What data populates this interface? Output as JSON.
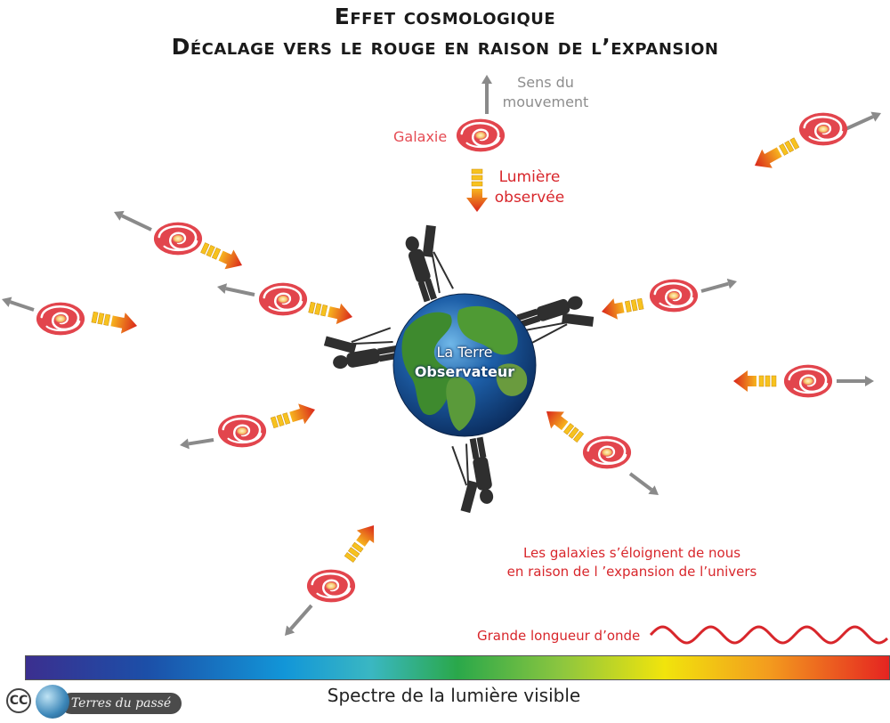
{
  "title": {
    "line1": "Effet cosmologique",
    "line2": "Décalage vers le rouge en raison de l’expansion"
  },
  "labels": {
    "motion_direction": [
      "Sens du",
      "mouvement"
    ],
    "galaxy": "Galaxie",
    "observed_light": [
      "Lumière",
      "observée"
    ],
    "earth": [
      "La Terre",
      "Observateur"
    ],
    "galaxies_receding": [
      "Les galaxies s’éloignent de nous",
      "en raison de l ’expansion de l’univers"
    ],
    "long_wavelength": "Grande longueur d’onde",
    "spectrum": "Spectre de la lumière visible"
  },
  "credit": {
    "license": "CC",
    "brand": "Terres du passé"
  },
  "colors": {
    "title": "#1a1a1a",
    "red_text": "#d8262b",
    "galaxy_text": "#e54b53",
    "grey_text": "#8d8d8d",
    "galaxy": "#e2454d",
    "motion_arrow": "#8a8a8a",
    "light_arrow_start": "#f7b51e",
    "light_arrow_end": "#d9251c",
    "wave": "#d8262b"
  },
  "icons": [
    "galaxy-icon",
    "motion-arrow-icon",
    "light-arrow-icon",
    "earth-globe-icon",
    "telescope-observer-icon",
    "wave-icon",
    "cc-license-icon"
  ]
}
